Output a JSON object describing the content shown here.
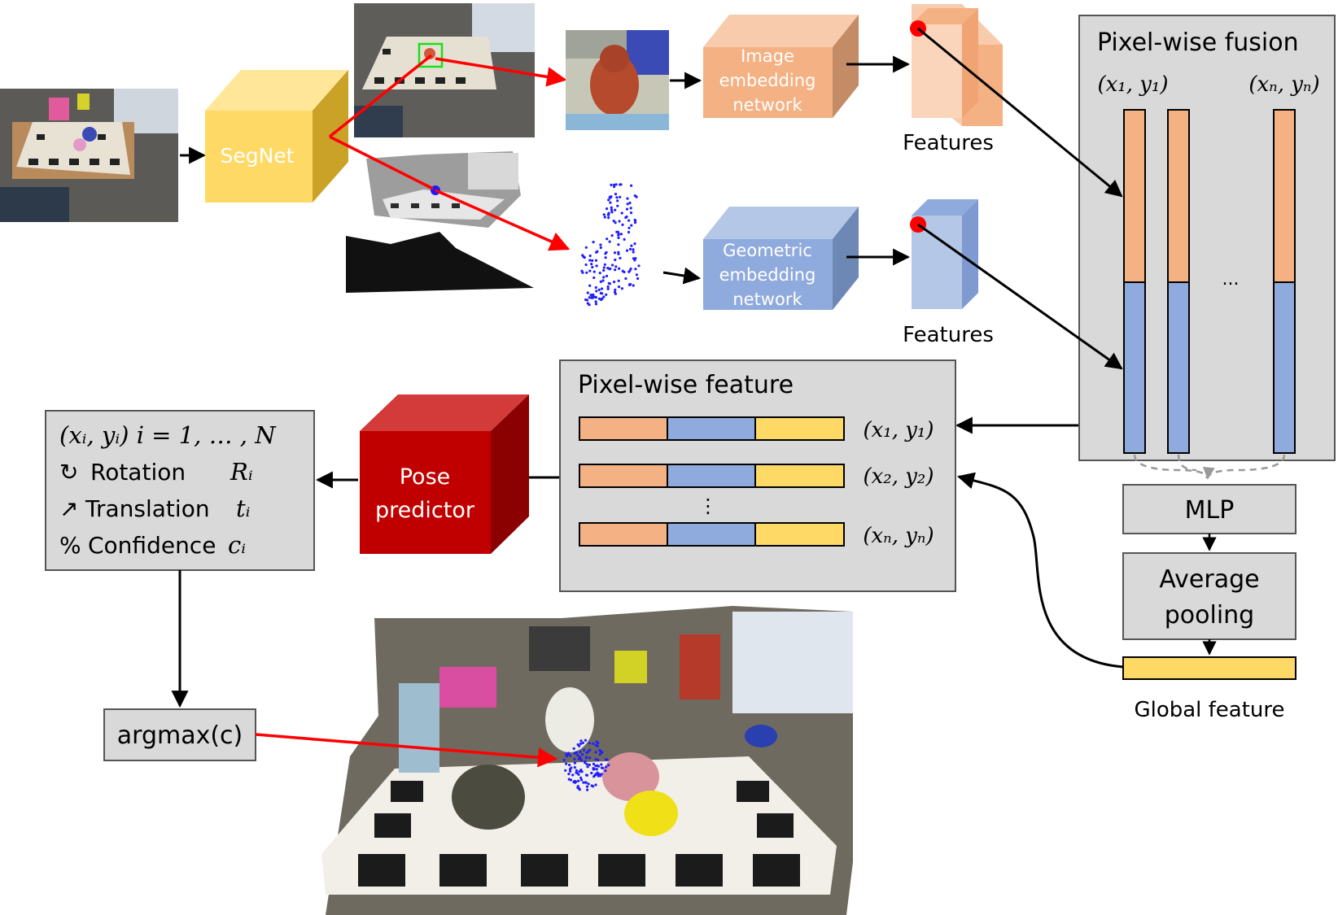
{
  "segnet": {
    "label": "SegNet"
  },
  "image_net": {
    "line1": "Image",
    "line2": "embedding",
    "line3": "network"
  },
  "geo_net": {
    "line1": "Geometric",
    "line2": "embedding",
    "line3": "network"
  },
  "features_top": "Features",
  "features_bottom": "Features",
  "fusion": {
    "title": "Pixel-wise fusion",
    "left_coord": "(x₁, y₁)",
    "right_coord": "(xₙ, yₙ)",
    "ellipsis": "..."
  },
  "pixel_feature": {
    "title": "Pixel-wise feature",
    "rows": [
      "(x₁, y₁)",
      "(x₂, y₂)",
      "(xₙ, yₙ)"
    ],
    "vdots": "⋮"
  },
  "mlp": "MLP",
  "avg_pool": {
    "line1": "Average",
    "line2": "pooling"
  },
  "global_feature": "Global feature",
  "pose_predictor": {
    "line1": "Pose",
    "line2": "predictor"
  },
  "output_box": {
    "line1": "(xᵢ, yᵢ)  i = 1, … , N",
    "rotation_icon": "↻",
    "rotation_label": "Rotation",
    "rotation_symbol": "Rᵢ",
    "translation_icon": "↗",
    "translation_label": "Translation",
    "translation_symbol": "tᵢ",
    "confidence_icon": "%",
    "confidence_label": "Confidence",
    "confidence_symbol": "cᵢ"
  },
  "argmax": "argmax(c)",
  "colors": {
    "orange": "#f4b183",
    "blue": "#8faadc",
    "yellow": "#ffd966",
    "gray_box": "#d9d9d9",
    "red_cube": "#c00000",
    "arrow_red": "#ff0000"
  }
}
